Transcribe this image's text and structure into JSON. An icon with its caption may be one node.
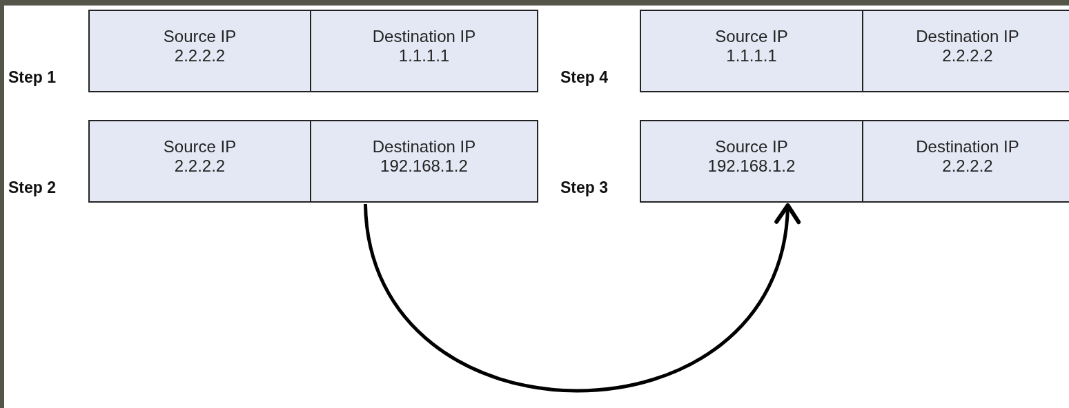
{
  "diagram": {
    "nodes": [
      {
        "text": [
          "Step 1"
        ]
      },
      {
        "text": [
          "Source IP",
          "2.2.2.2"
        ],
        "in": 0
      },
      {
        "text": [
          "Destination IP",
          "1.1.1.1"
        ],
        "in": 0
      },
      {
        "text": [
          "Step 4"
        ]
      },
      {
        "text": [
          "Source IP",
          "1.1.1.1"
        ],
        "in": 3
      },
      {
        "text": [
          "Destination IP",
          "2.2.2.2"
        ],
        "in": 3
      },
      {
        "text": [
          "Step 2"
        ]
      },
      {
        "text": [
          "Source IP",
          "2.2.2.2"
        ],
        "in": 6
      },
      {
        "text": [
          "Destination IP",
          "192.168.1.2"
        ],
        "in": 6
      },
      {
        "text": [
          "Step 3"
        ]
      },
      {
        "text": [
          "Source IP",
          "192.168.1.2"
        ],
        "in": 9
      },
      {
        "text": [
          "Destination IP",
          "2.2.2.2"
        ],
        "in": 9
      }
    ],
    "edges": [
      {
        "from": 8,
        "to": 10,
        "arrow": "to"
      }
    ]
  }
}
